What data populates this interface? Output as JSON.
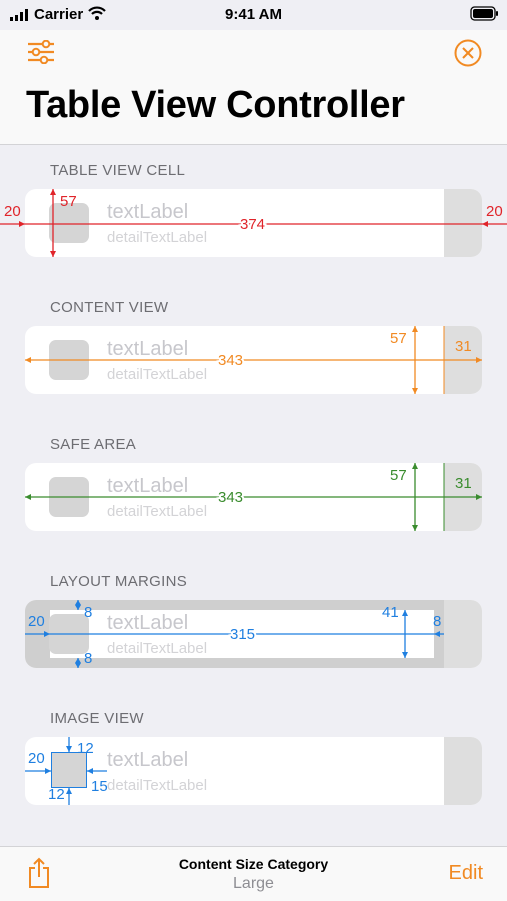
{
  "status_bar": {
    "carrier": "Carrier",
    "time": "9:41 AM"
  },
  "nav": {
    "title": "Table View Controller",
    "left_icon": "sliders-icon",
    "right_icon": "close-circle-icon"
  },
  "colors": {
    "accent": "#f18a23",
    "red": "#e0242a",
    "orange": "#f18a23",
    "green": "#3a8c2e",
    "blue": "#1f7fe0"
  },
  "sections": [
    {
      "header": "TABLE VIEW CELL",
      "text_label": "textLabel",
      "detail_label": "detailTextLabel",
      "measures": {
        "left": "20",
        "height": "57",
        "width": "374",
        "right": "20"
      }
    },
    {
      "header": "CONTENT VIEW",
      "text_label": "textLabel",
      "detail_label": "detailTextLabel",
      "measures": {
        "height": "57",
        "width": "343",
        "accessory": "31"
      }
    },
    {
      "header": "SAFE AREA",
      "text_label": "textLabel",
      "detail_label": "detailTextLabel",
      "measures": {
        "height": "57",
        "width": "343",
        "accessory": "31"
      }
    },
    {
      "header": "LAYOUT MARGINS",
      "text_label": "textLabel",
      "detail_label": "detailTextLabel",
      "measures": {
        "left": "20",
        "top": "8",
        "bottom": "8",
        "width": "315",
        "height": "41",
        "right": "8"
      }
    },
    {
      "header": "IMAGE VIEW",
      "text_label": "textLabel",
      "detail_label": "detailTextLabel",
      "measures": {
        "left": "20",
        "top": "12",
        "bottom": "12",
        "right": "15"
      }
    }
  ],
  "toolbar": {
    "title": "Content Size Category",
    "subtitle": "Large",
    "edit": "Edit",
    "share_icon": "share-icon"
  }
}
